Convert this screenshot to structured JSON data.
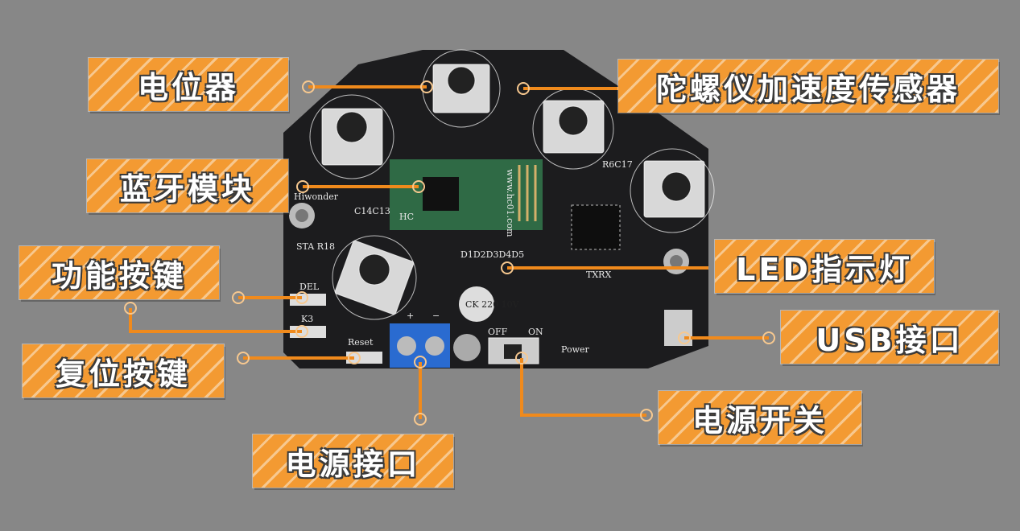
{
  "labels": {
    "potentiometer": "电位器",
    "gyro_sensor": "陀螺仪加速度传感器",
    "bluetooth": "蓝牙模块",
    "function_keys": "功能按键",
    "reset_key": "复位按键",
    "led": "LED指示灯",
    "usb": "USB接口",
    "power_switch": "电源开关",
    "power_port": "电源接口"
  },
  "silkscreen": {
    "brand": "Hiwonder",
    "caps": "C14C13",
    "sta": "STA R18",
    "del": "DEL",
    "k3": "K3",
    "reset": "Reset",
    "leds": "D1D2D3D4D5",
    "txrx": "TXRX",
    "off": "OFF",
    "on": "ON",
    "power": "Power",
    "r6c17": "R6C17",
    "plus": "+",
    "minus": "−",
    "capacitor": "CK 220 10V",
    "bt_url": "www.hc01.com",
    "bt_mark": "HC"
  },
  "colors": {
    "accent": "#f39a32",
    "line": "#f08a1c",
    "board": "#1c1c1e",
    "bt_module": "#2f6a45",
    "terminal": "#2a6bd0"
  }
}
